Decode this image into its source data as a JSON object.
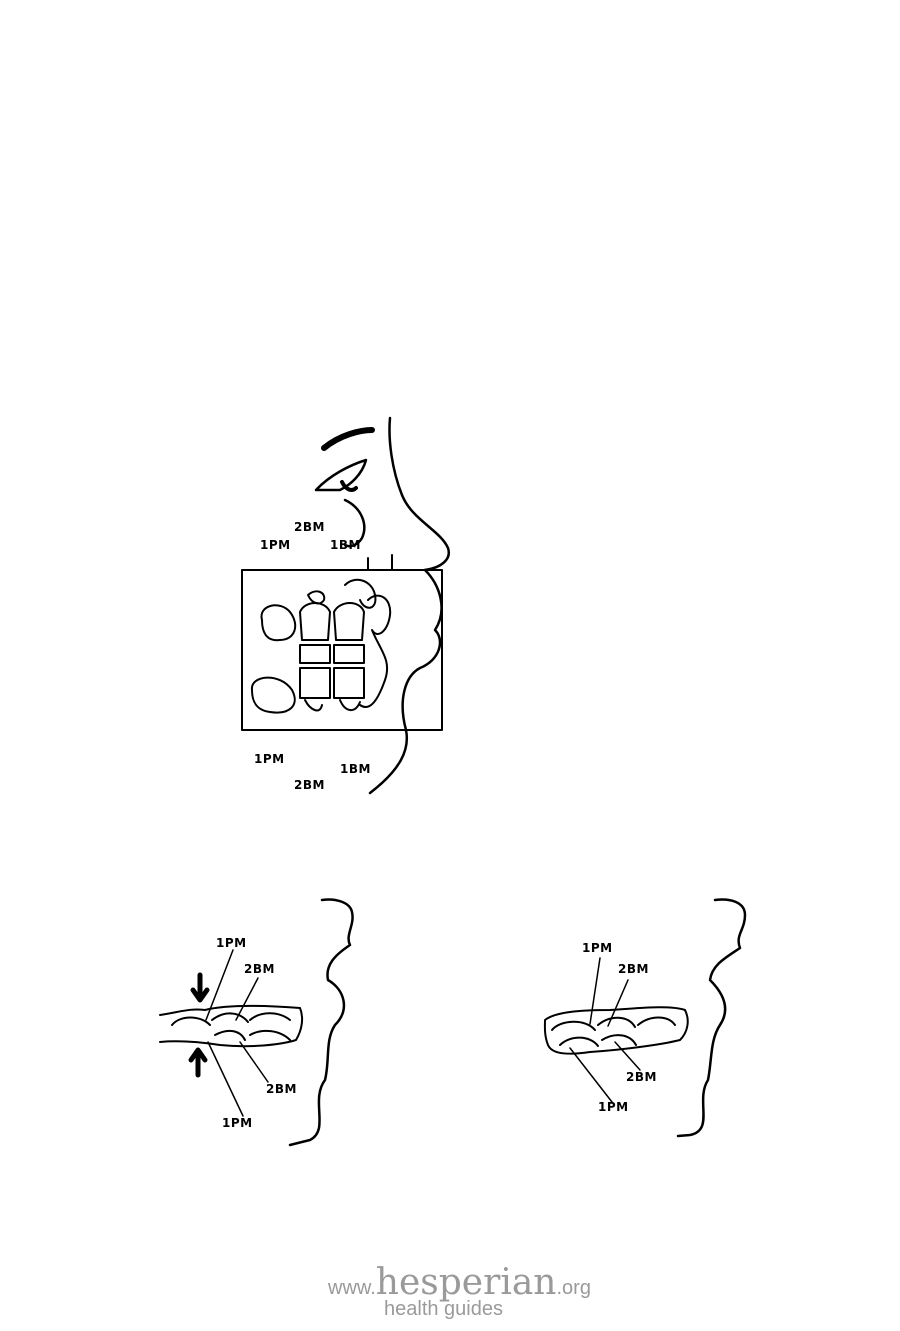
{
  "figure_top": {
    "upper_labels": [
      "2BM",
      "1PM",
      "1BM"
    ],
    "lower_labels": [
      "1PM",
      "1BM",
      "2BM"
    ]
  },
  "figure_left": {
    "labels": [
      "1PM",
      "2BM",
      "2BM",
      "1PM"
    ]
  },
  "figure_right": {
    "labels": [
      "1PM",
      "2BM",
      "2BM",
      "1PM"
    ]
  },
  "footer": {
    "prefix": "www.",
    "brand": "hesperian",
    "suffix": ".org",
    "tagline": "health guides"
  }
}
